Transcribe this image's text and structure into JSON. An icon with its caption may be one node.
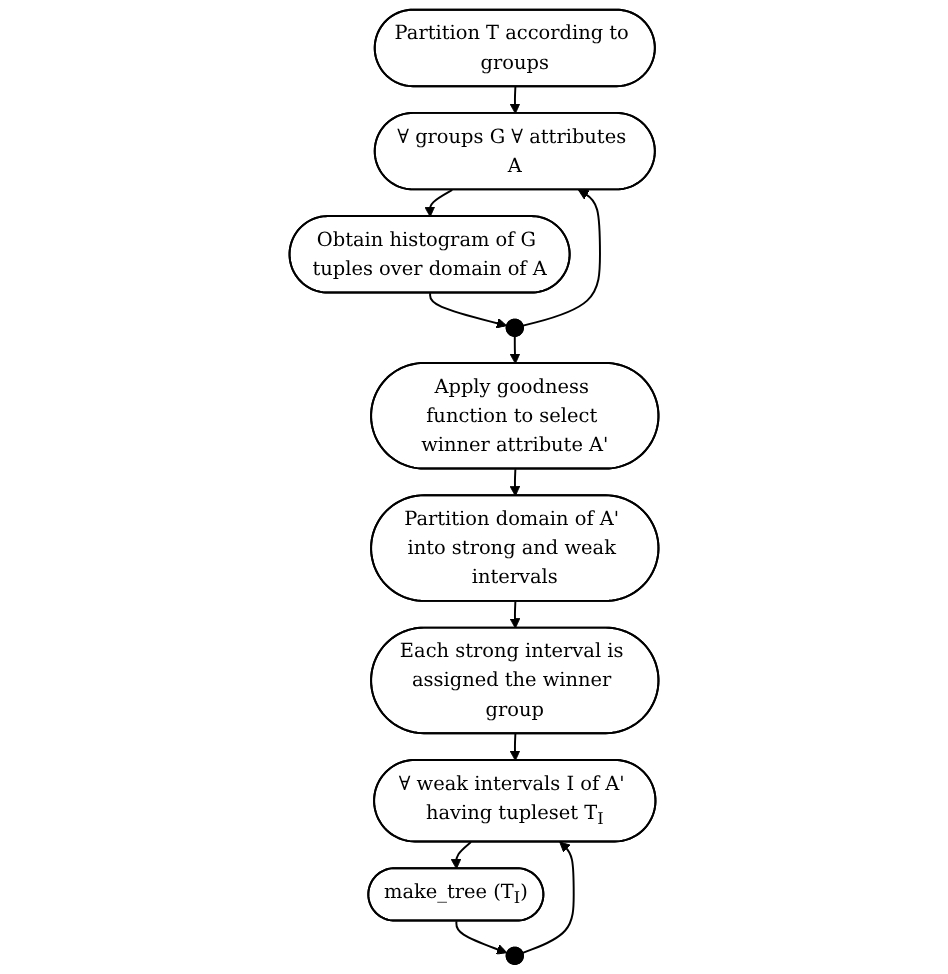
{
  "diagram": {
    "nodes": [
      {
        "text": [
          "Partition T according to groups"
        ]
      },
      {
        "text": [
          "∀ groups G ∀ attributes A"
        ]
      },
      {
        "text": [
          "Obtain histogram of G tuples over domain of A"
        ]
      },
      {
        "text": [],
        "shape": "circle"
      },
      {
        "text": [
          "Apply goodness function to select winner attribute A'"
        ]
      },
      {
        "text": [
          "Partition domain of A' into strong and weak intervals"
        ]
      },
      {
        "text": [
          "Each strong interval is assigned the winner group"
        ]
      },
      {
        "text": [
          "∀ weak intervals I of A' having tupleset T$_{I}$"
        ]
      },
      {
        "text": [
          "make_tree (T$_{I}$)"
        ]
      },
      {
        "text": [],
        "shape": "circle"
      }
    ],
    "edges": [
      {
        "from": 0,
        "to": 1,
        "arrow": "to"
      },
      {
        "from": 1,
        "to": 2,
        "arrow": "to"
      },
      {
        "from": 2,
        "to": 3,
        "arrow": "to"
      },
      {
        "from": 3,
        "to": 1,
        "arrow": "to"
      },
      {
        "from": 3,
        "to": 4,
        "arrow": "to"
      },
      {
        "from": 4,
        "to": 5,
        "arrow": "to"
      },
      {
        "from": 5,
        "to": 6,
        "arrow": "to"
      },
      {
        "from": 6,
        "to": 7,
        "arrow": "to"
      },
      {
        "from": 7,
        "to": 8,
        "arrow": "to"
      },
      {
        "from": 8,
        "to": 9,
        "arrow": "to"
      },
      {
        "from": 9,
        "to": 7,
        "arrow": "to"
      }
    ]
  }
}
